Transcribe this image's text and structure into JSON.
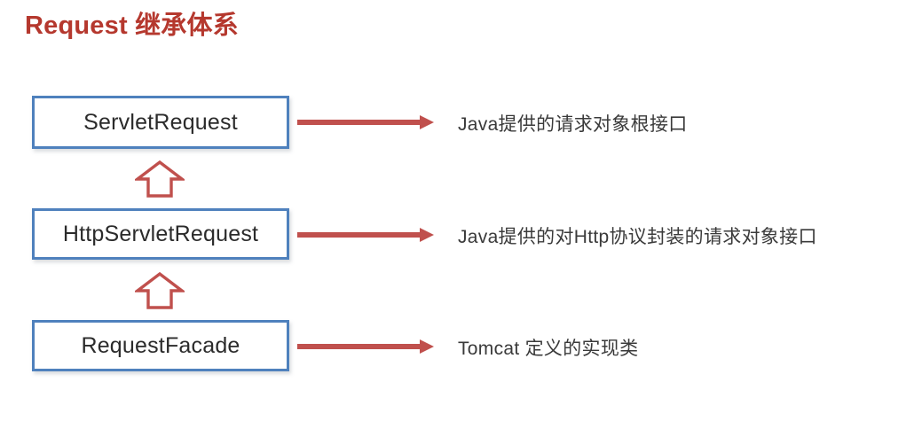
{
  "title": "Request 继承体系",
  "colors": {
    "title": "#b5382e",
    "box_border": "#4f81bd",
    "box_fill": "#ffffff",
    "arrow": "#c0504d",
    "note_text": "#3a3a3a"
  },
  "hierarchy": [
    {
      "box_label": "ServletRequest",
      "note": "Java提供的请求对象根接口",
      "arrow_icon": "right-arrow-icon"
    },
    {
      "box_label": "HttpServletRequest",
      "note": "Java提供的对Http协议封装的请求对象接口",
      "arrow_icon": "right-arrow-icon"
    },
    {
      "box_label": "RequestFacade",
      "note": "Tomcat 定义的实现类",
      "arrow_icon": "right-arrow-icon"
    }
  ],
  "inheritance_arrows": [
    {
      "icon": "up-arrow-icon",
      "from": "HttpServletRequest",
      "to": "ServletRequest"
    },
    {
      "icon": "up-arrow-icon",
      "from": "RequestFacade",
      "to": "HttpServletRequest"
    }
  ]
}
